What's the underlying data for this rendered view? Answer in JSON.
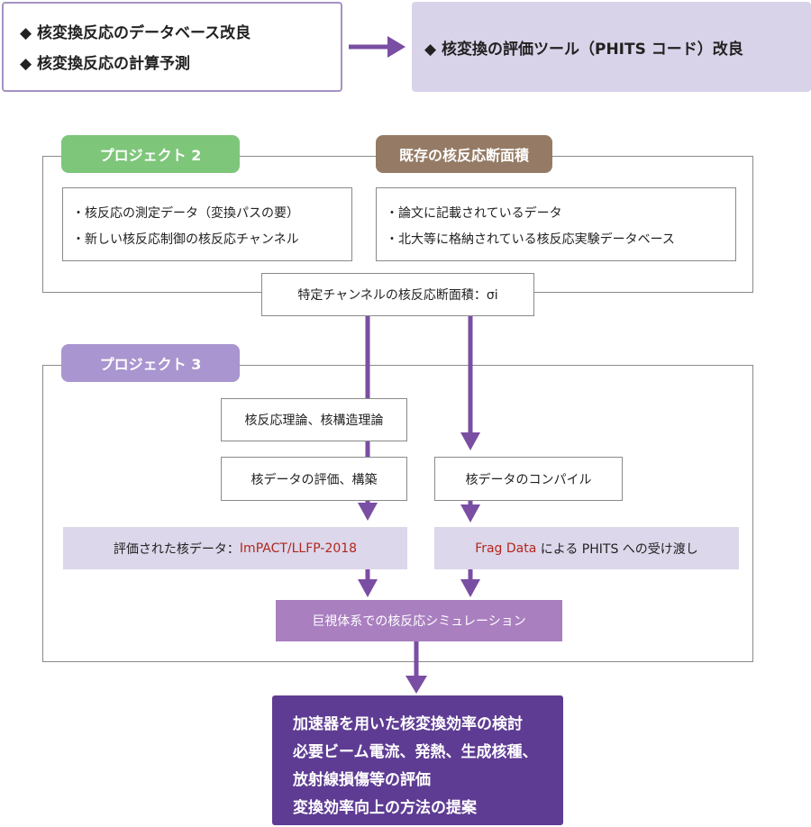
{
  "top_left": {
    "items": [
      "◆ 核変換反応のデータベース改良",
      "◆ 核変換反応の計算予測"
    ]
  },
  "top_right": {
    "text": "◆ 核変換の評価ツール（PHITS コード）改良"
  },
  "project2": {
    "tab": "プロジェクト 2",
    "items": [
      "・核反応の測定データ（変換パスの要）",
      "・新しい核反応制御の核反応チャンネル"
    ]
  },
  "existing": {
    "tab": "既存の核反応断面積",
    "items": [
      "・論文に記載されているデータ",
      "・北大等に格納されている核反応実験データベース"
    ]
  },
  "cross_section": "特定チャンネルの核反応断面積：σi",
  "project3": {
    "tab": "プロジェクト 3",
    "theory": "核反応理論、核構造理論",
    "evaluation": "核データの評価、構築",
    "compile": "核データのコンパイル",
    "evaluated_prefix": "評価された核データ：",
    "evaluated_name": "ImPACT/LLFP-2018",
    "frag_name": "Frag Data",
    "frag_suffix": " による PHITS への受け渡し",
    "simulation": "巨視体系での核反応シミュレーション"
  },
  "final": {
    "lines": [
      "加速器を用いた核変換効率の検討",
      "必要ビーム電流、発熱、生成核種、",
      "放射線損傷等の評価",
      "変換効率向上の方法の提案"
    ]
  },
  "colors": {
    "arrow": "#7a4ea3",
    "project2_tab": "#7ec67a",
    "existing_tab": "#957b65",
    "project3_tab": "#a995cf",
    "final_box": "#5e3c93"
  }
}
